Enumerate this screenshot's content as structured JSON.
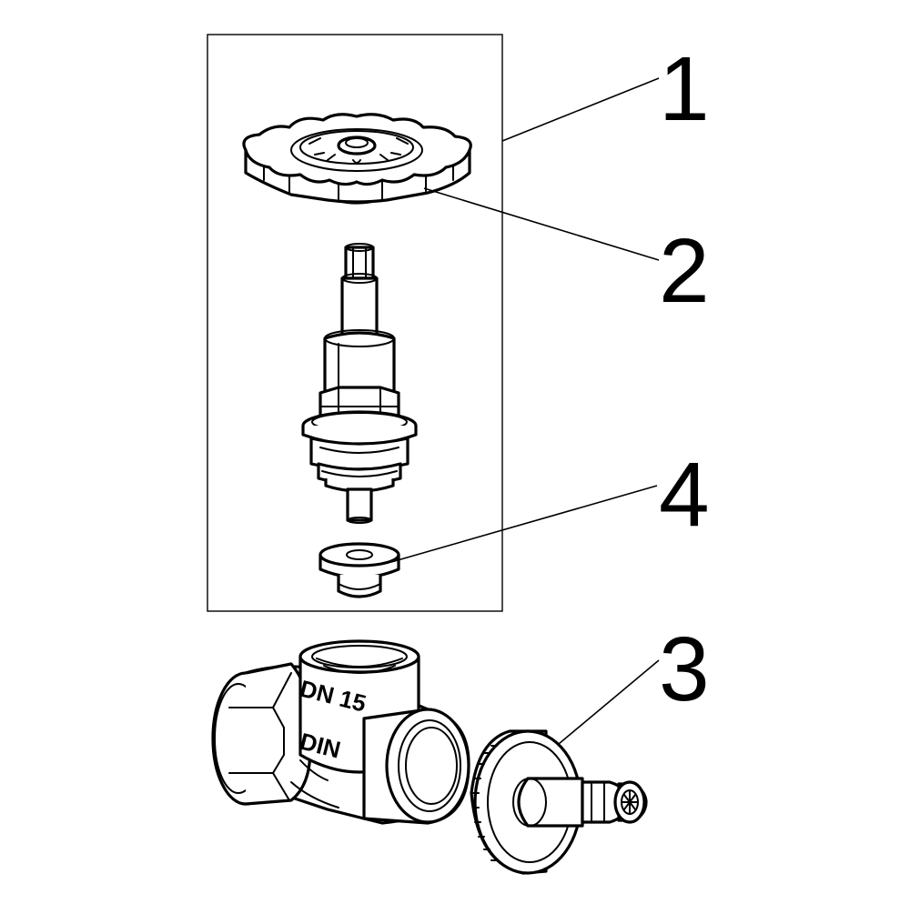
{
  "callouts": [
    {
      "id": "1",
      "label": "1"
    },
    {
      "id": "2",
      "label": "2"
    },
    {
      "id": "4",
      "label": "4"
    },
    {
      "id": "3",
      "label": "3"
    }
  ],
  "body_markings": {
    "size": "DN 15",
    "standard": "DIN"
  }
}
